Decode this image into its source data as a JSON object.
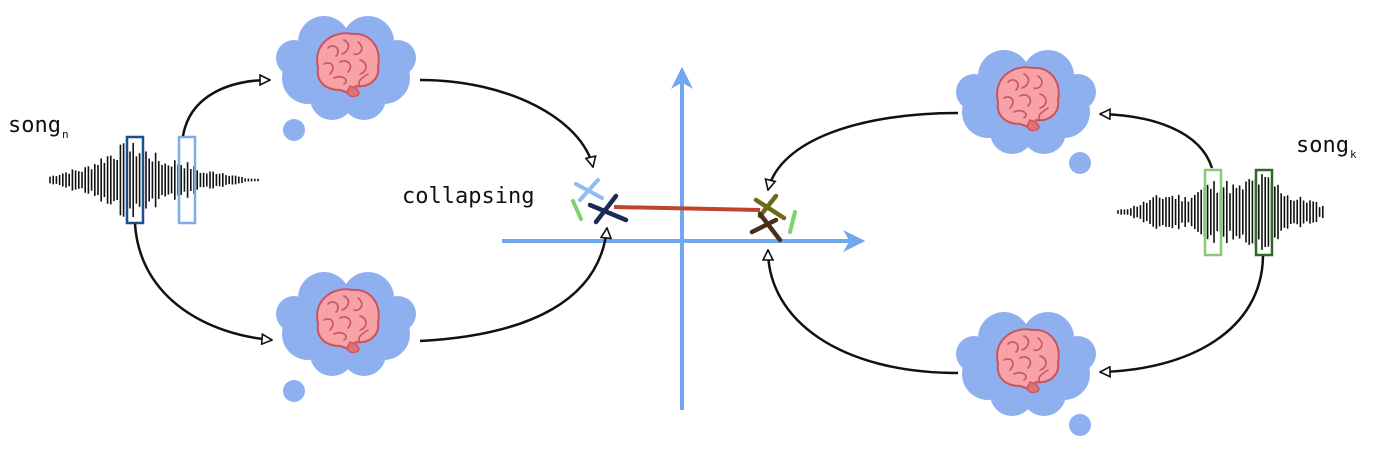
{
  "labels": {
    "song_left_base": "song",
    "song_left_sub": "n",
    "song_right_base": "song",
    "song_right_sub": "k",
    "collapsing": "collapsing"
  },
  "colors": {
    "axis": "#6fa8ee",
    "cloud": "#8fb0ee",
    "brain_pink": "#f6a2a6",
    "brain_dark": "#c9545e",
    "waveform": "#111111",
    "arrow": "#111111",
    "window_dark_blue": "#1a4f8a",
    "window_light_blue": "#79aee6",
    "window_light_green": "#8cc87a",
    "window_dark_green": "#2f6a22",
    "link_line": "#c0442c",
    "cross_light_blue": "#7fb2f0",
    "cross_navy": "#1c2b55",
    "cross_olive": "#6b6a18",
    "cross_brown": "#4b2d1c",
    "tick_green": "#7fd36a"
  },
  "icons": [
    "thought-cloud-icon",
    "brain-icon",
    "waveform-icon",
    "embedding-cross-icon"
  ]
}
